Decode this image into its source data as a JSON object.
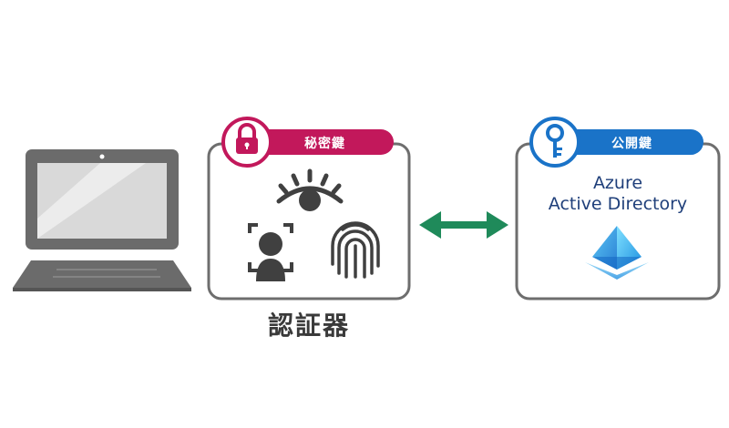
{
  "authenticator": {
    "badge_label": "秘密鍵",
    "caption": "認証器"
  },
  "azure": {
    "badge_label": "公開鍵",
    "title_line1": "Azure",
    "title_line2": "Active Directory"
  },
  "colors": {
    "private_key": "#c2185b",
    "public_key": "#1a73c8",
    "arrow": "#1f8a5a",
    "device_gray": "#6b6b6b",
    "icon_dark": "#404040",
    "azure_text": "#1f3f7a"
  },
  "icons": {
    "laptop": "laptop-icon",
    "lock": "lock-icon",
    "eye": "eye-icon",
    "face": "face-scan-icon",
    "fingerprint": "fingerprint-icon",
    "key": "key-icon",
    "azure_logo": "azure-ad-pyramid-icon",
    "arrow": "double-arrow-icon"
  }
}
